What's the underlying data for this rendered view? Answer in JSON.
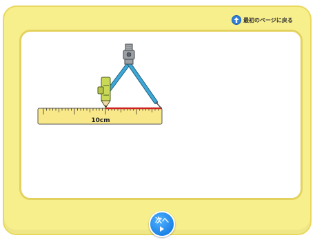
{
  "header": {
    "back_link_label": "最初のページに戻る",
    "back_icon": "up-arrow-circle-icon"
  },
  "illustration": {
    "ruler_label": "10cm",
    "tools": [
      "compass-icon",
      "pencil-icon",
      "ruler"
    ],
    "colors": {
      "ruler": "#f8e88a",
      "measured_segment": "#cc2222",
      "compass_leg": "#3ea9d8",
      "pencil": "#c9d957"
    }
  },
  "footer": {
    "next_label": "次へ",
    "next_icon": "play-arrow-icon"
  },
  "colors": {
    "frame": "#f7ee8c",
    "panel": "#ffffff",
    "button": "#1c82e8"
  }
}
